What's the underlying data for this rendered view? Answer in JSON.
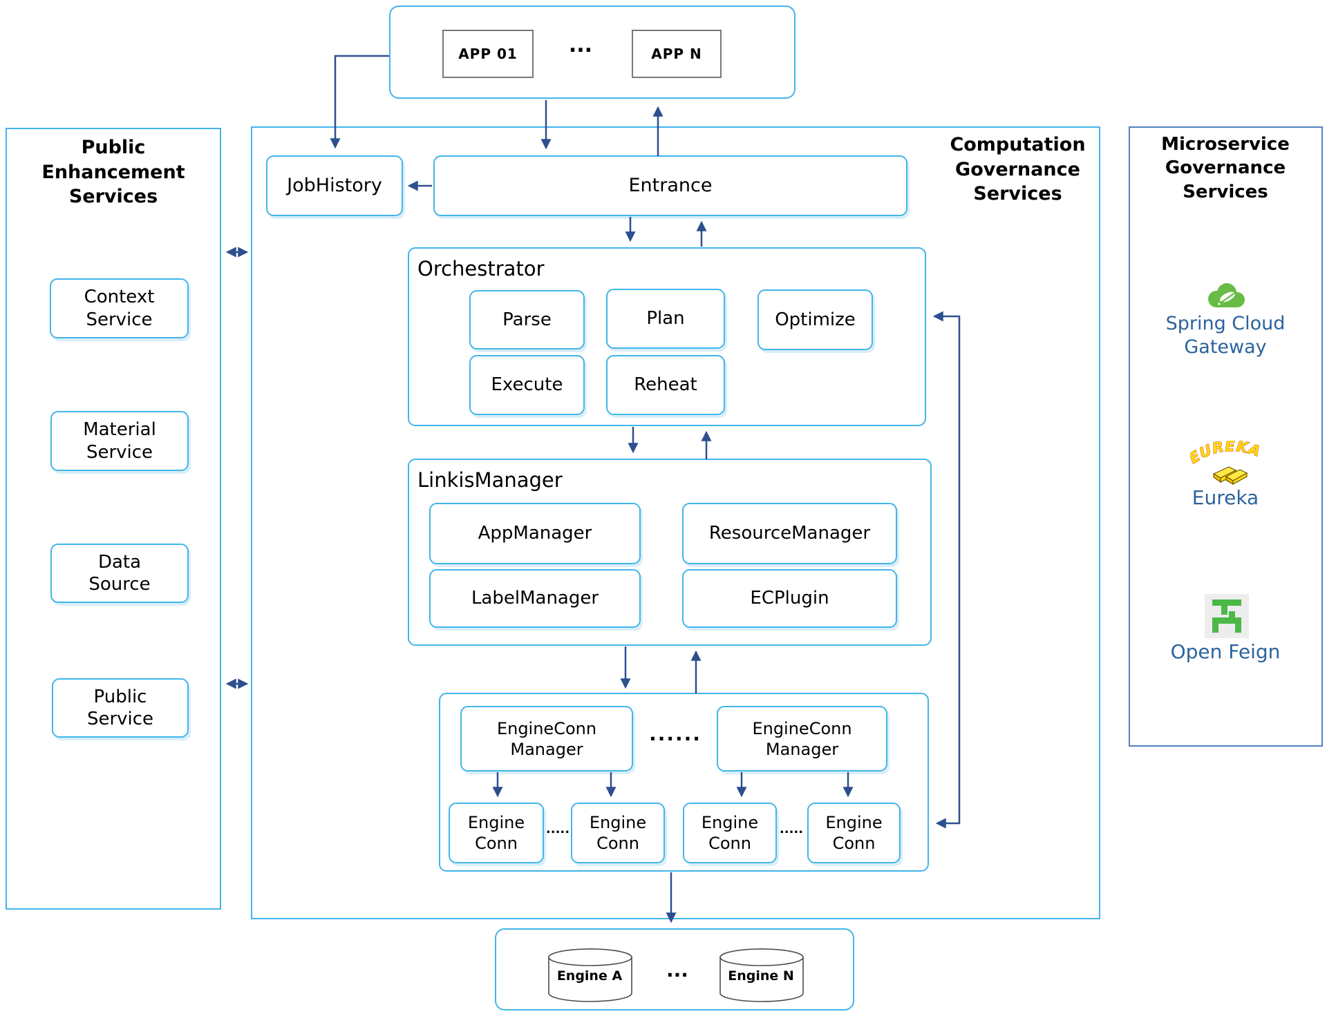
{
  "app_box": {
    "app_01": "APP 01",
    "dots": "...",
    "app_n": "APP N"
  },
  "left_panel": {
    "title": "Public Enhancement Services",
    "items": [
      {
        "label": "Context Service"
      },
      {
        "label": "Material Service"
      },
      {
        "label": "Data Source"
      },
      {
        "label": "Public Service"
      }
    ]
  },
  "middle_panel": {
    "title": "Computation Governance Services",
    "job_history": "JobHistory",
    "entrance": "Entrance",
    "orchestrator": {
      "label": "Orchestrator",
      "parse": "Parse",
      "plan": "Plan",
      "optimize": "Optimize",
      "execute": "Execute",
      "reheat": "Reheat"
    },
    "linkis_manager": {
      "label": "LinkisManager",
      "app_manager": "AppManager",
      "resource_manager": "ResourceManager",
      "label_manager": "LabelManager",
      "ec_plugin": "ECPlugin"
    },
    "engine_conn_panel": {
      "manager_1": "EngineConn Manager",
      "manager_2": "EngineConn Manager",
      "dots": "......",
      "small_dots": ".....",
      "conns": [
        "Engine Conn",
        "Engine Conn",
        "Engine Conn",
        "Engine Conn"
      ]
    }
  },
  "right_panel": {
    "title": "Microservice Governance Services",
    "items": [
      {
        "label": "Spring Cloud Gateway",
        "icon": "spring-cloud-icon"
      },
      {
        "label": "Eureka",
        "icon": "eureka-icon",
        "logo_text": "EUREKA"
      },
      {
        "label": "Open Feign",
        "icon": "open-feign-icon"
      }
    ]
  },
  "bottom_box": {
    "engine_a": "Engine A",
    "dots": "...",
    "engine_n": "Engine N"
  },
  "colors": {
    "panel_border": "#41b5e9",
    "right_panel_border": "#4f81bd",
    "arrow": "#2d4f8e",
    "logo_text": "#2b639c",
    "spring_green": "#68bc45",
    "feign_green": "#4cb848",
    "eureka_gold": "#ffd90f"
  }
}
